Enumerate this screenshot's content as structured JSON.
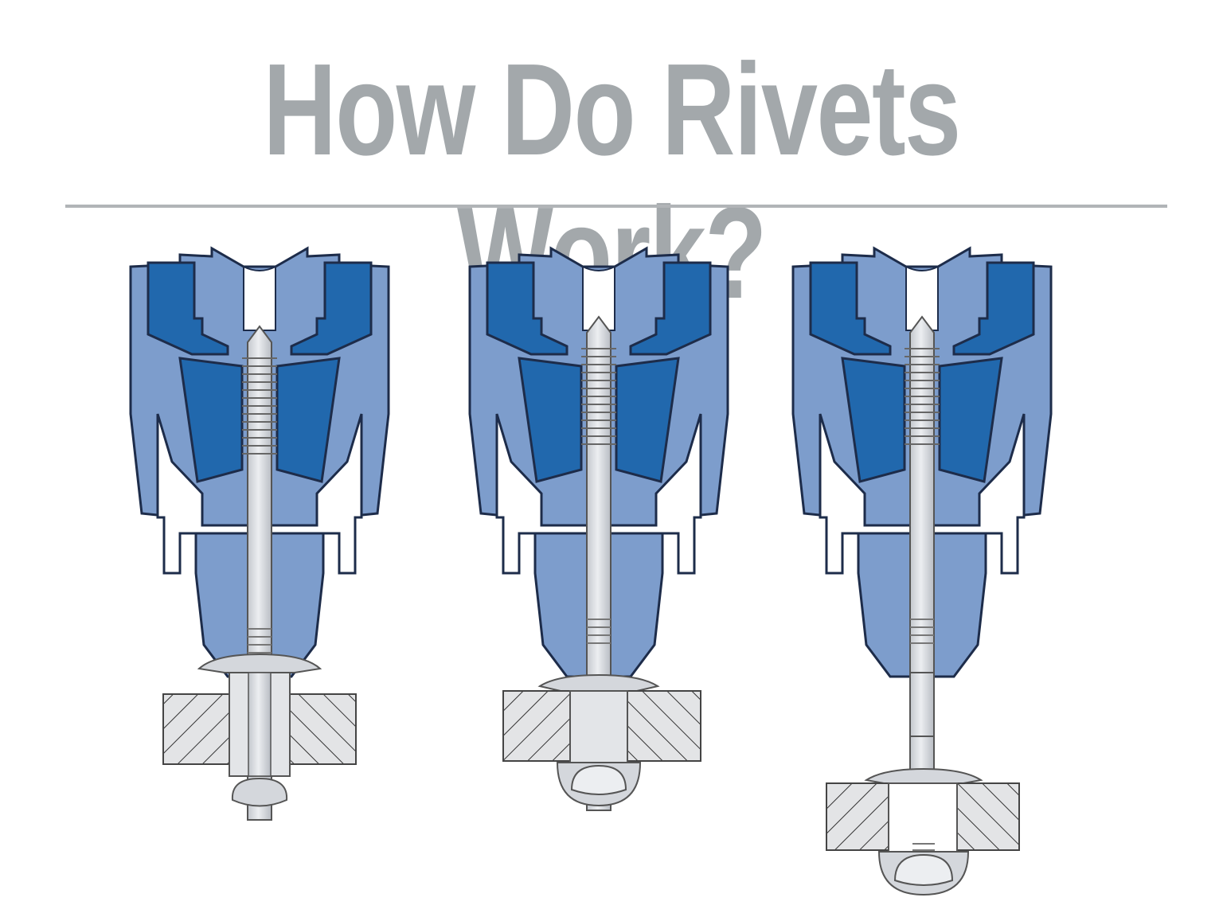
{
  "title": "How Do Rivets Work?",
  "colors": {
    "title": "#a3a8ab",
    "rule": "#b1b4b7",
    "nose_light_blue": "#7d9dcc",
    "jaw_dark_blue": "#2168ad",
    "outline": "#1d2c4a",
    "mandrel_grey": "#d4d7dc",
    "workpiece_grey": "#e3e4e6"
  },
  "stages": [
    {
      "id": "stage-1",
      "name": "rivet-inserted",
      "mandrel_pulled": false,
      "rivet_set": false
    },
    {
      "id": "stage-2",
      "name": "mandrel-pulling",
      "mandrel_pulled": true,
      "rivet_set": false
    },
    {
      "id": "stage-3",
      "name": "mandrel-snapped-rivet-set",
      "mandrel_pulled": true,
      "rivet_set": true
    }
  ]
}
